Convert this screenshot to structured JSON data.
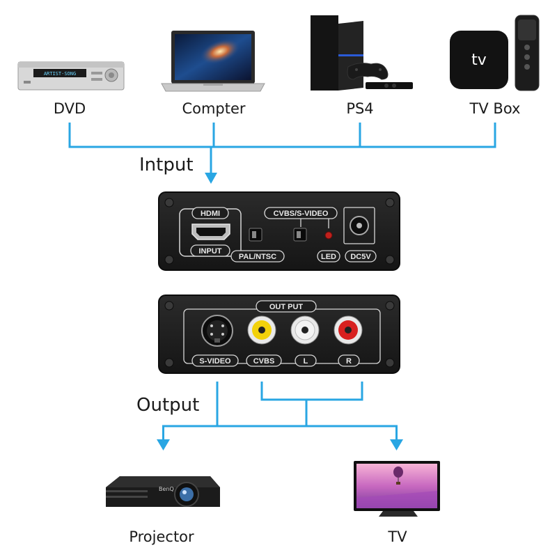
{
  "sources": [
    {
      "label": "DVD",
      "icon": "dvd-player-icon"
    },
    {
      "label": "Compter",
      "icon": "laptop-icon"
    },
    {
      "label": "PS4",
      "icon": "ps4-console-icon"
    },
    {
      "label": "TV Box",
      "icon": "tv-box-icon"
    }
  ],
  "dvd_display_text": "ARTIST-SONG",
  "tvbox_brand_text": "tv",
  "input_label": "Intput",
  "output_label": "Output",
  "input_panel": {
    "hdmi": "HDMI",
    "input": "INPUT",
    "cvbs_svideo": "CVBS/S-VIDEO",
    "pal_ntsc": "PAL/NTSC",
    "led": "LED",
    "dc5v": "DC5V"
  },
  "output_panel": {
    "title": "OUT PUT",
    "svideo": "S-VIDEO",
    "cvbs": "CVBS",
    "l": "L",
    "r": "R"
  },
  "destinations": [
    {
      "label": "Projector",
      "icon": "projector-icon"
    },
    {
      "label": "TV",
      "icon": "tv-icon"
    }
  ],
  "projector_brand_text": "BenQ",
  "colors": {
    "connector_line": "#29a6e3",
    "panel_body": "#1e1e1e",
    "rca_yellow": "#f2d10a",
    "rca_white": "#f2f2f2",
    "rca_red": "#d8201f",
    "led_red": "#c0201c"
  }
}
